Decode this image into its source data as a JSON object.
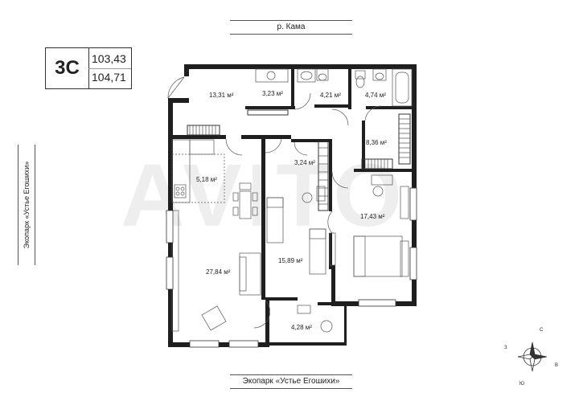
{
  "roads": {
    "top": "р. Кама",
    "bottom": "Экопарк «Устье Егошихи»",
    "left": "Экопарк «Устье Егошихи»"
  },
  "apartment": {
    "code": "3С",
    "area_1": "103,43",
    "area_2": "104,71"
  },
  "rooms": [
    {
      "id": "hall",
      "label": "13,31 м²"
    },
    {
      "id": "laundry",
      "label": "3,23 м²"
    },
    {
      "id": "bath1",
      "label": "4,21 м²"
    },
    {
      "id": "bath2",
      "label": "4,74 м²"
    },
    {
      "id": "dressing",
      "label": "8,36 м²"
    },
    {
      "id": "closet",
      "label": "3,24 м²"
    },
    {
      "id": "kitchen",
      "label": "5,18 м²"
    },
    {
      "id": "living",
      "label": "27,84 м²"
    },
    {
      "id": "bedroom2",
      "label": "15,89 м²"
    },
    {
      "id": "bedroom1",
      "label": "17,43 м²"
    },
    {
      "id": "balcony",
      "label": "4,28 м²"
    }
  ],
  "compass": {
    "n": "С",
    "w": "З",
    "e": "В",
    "s": "Ю"
  },
  "watermark": "AVITO",
  "colors": {
    "wall": "#1f1f1f",
    "wardrobe_stripe": "#333333",
    "line": "#555555"
  }
}
